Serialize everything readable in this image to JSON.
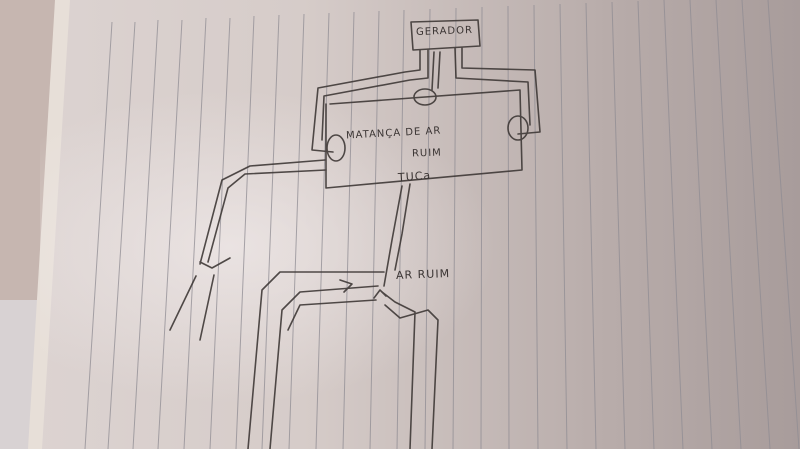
{
  "photo": {
    "subject": "hand-drawn sketch on lined notebook paper",
    "colors": {
      "background_left": "#c8b9b3",
      "paper": "#d9d0cd",
      "paper_right": "#a99d9b",
      "ruled_lines": "#8c8a90",
      "pencil": "#3a3433"
    }
  },
  "diagram": {
    "nodes": [
      {
        "id": "generator",
        "label": "GERADOR"
      },
      {
        "id": "chamber",
        "label_line1": "MATANÇA DE AR",
        "label_line2": "RUIM",
        "label_line3": "TUCa"
      },
      {
        "id": "bad-air",
        "label": "AR RUIM"
      }
    ],
    "edges": [
      {
        "from": "generator",
        "to": "chamber",
        "note": "pipes from generator wrap around box to side outlets"
      },
      {
        "from": "bad-air",
        "to": "chamber",
        "note": "pipe entering bottom of box"
      },
      {
        "from": "chamber",
        "to": "left",
        "note": "pipe exits left side and bends down"
      }
    ]
  }
}
